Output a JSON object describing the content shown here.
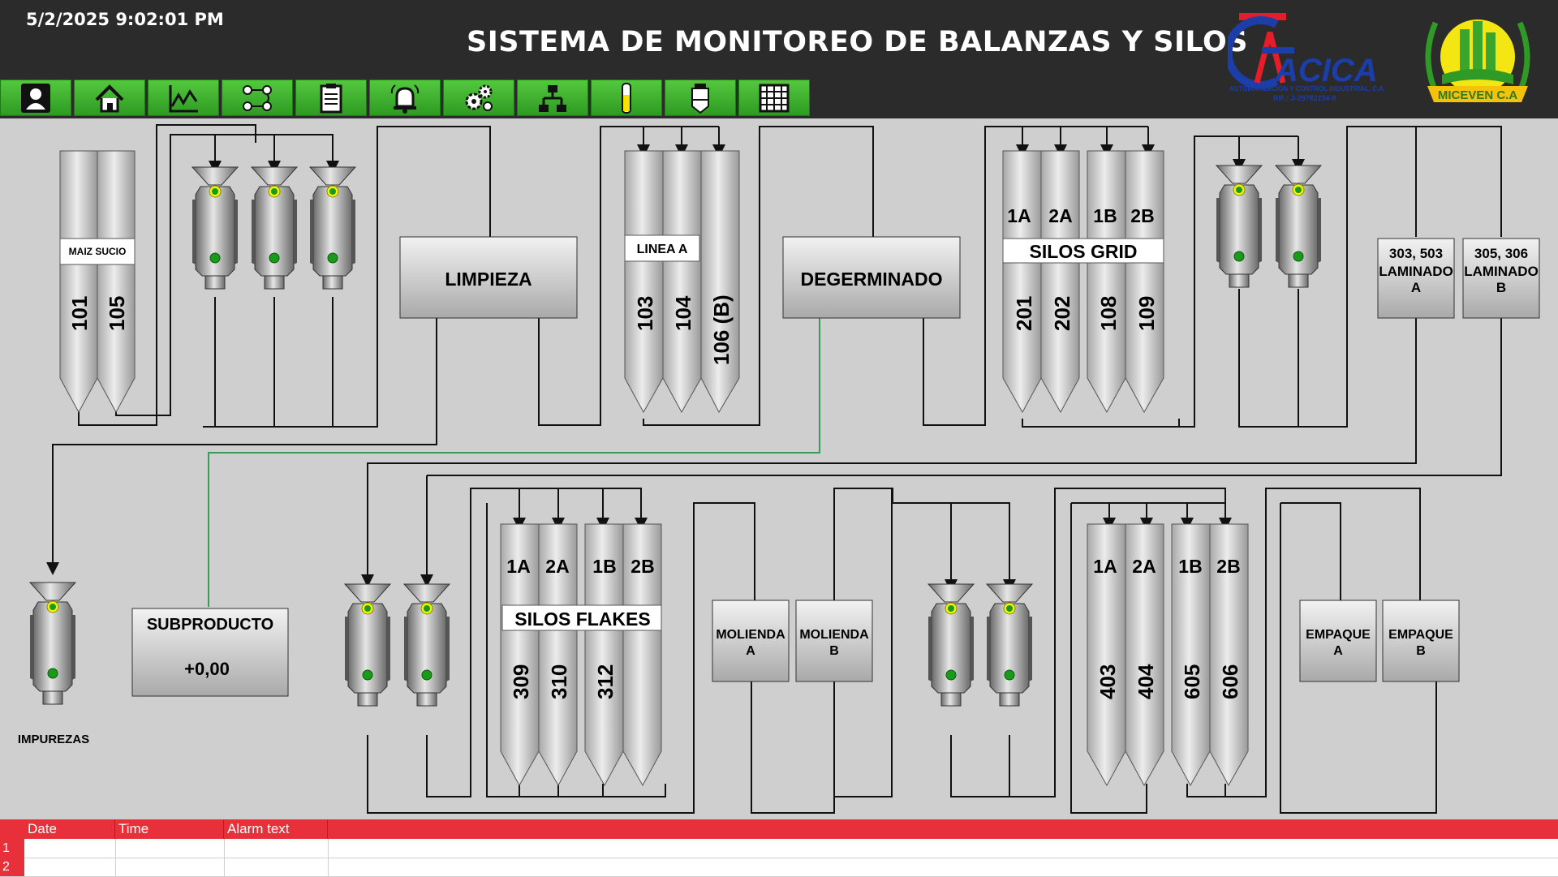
{
  "header": {
    "datetime": "5/2/2025 9:02:01 PM",
    "title": "SISTEMA DE MONITOREO DE BALANZAS Y SILOS",
    "logo_left": {
      "name": "ACICA",
      "tagline": "AUTOMATIZACION Y CONTROL INDUSTRIAL, C.A.",
      "rif": "RIF.: J-29782234-8"
    },
    "logo_right": {
      "name": "MICEVEN C.A"
    }
  },
  "nav": [
    {
      "icon": "user-icon"
    },
    {
      "icon": "home-icon"
    },
    {
      "icon": "trend-chart-icon"
    },
    {
      "icon": "flow-icon"
    },
    {
      "icon": "clipboard-icon"
    },
    {
      "icon": "alarm-bell-icon"
    },
    {
      "icon": "settings-gears-icon"
    },
    {
      "icon": "network-icon"
    },
    {
      "icon": "tube-icon"
    },
    {
      "icon": "silo-icon"
    },
    {
      "icon": "grid-table-icon"
    }
  ],
  "silos": {
    "maiz_sucio": {
      "label": "MAIZ SUCIO",
      "ids": [
        "101",
        "105"
      ]
    },
    "linea_a": {
      "label": "LINEA A",
      "ids": [
        "103",
        "104",
        "106 (B)"
      ]
    },
    "grid": {
      "label": "SILOS GRID",
      "tops": [
        "1A",
        "2A",
        "1B",
        "2B"
      ],
      "ids": [
        "201",
        "202",
        "108",
        "109"
      ]
    },
    "flakes": {
      "label": "SILOS FLAKES",
      "tops": [
        "1A",
        "2A",
        "1B",
        "2B"
      ],
      "ids": [
        "309",
        "310",
        "312",
        ""
      ]
    },
    "final": {
      "tops": [
        "1A",
        "2A",
        "1B",
        "2B"
      ],
      "ids": [
        "403",
        "404",
        "605",
        "606"
      ]
    }
  },
  "process": {
    "limpieza": "LIMPIEZA",
    "degerminado": "DEGERMINADO",
    "laminado_a": {
      "code": "303, 503",
      "name": "LAMINADO",
      "suffix": "A"
    },
    "laminado_b": {
      "code": "305, 306",
      "name": "LAMINADO",
      "suffix": "B"
    },
    "subproducto": {
      "label": "SUBPRODUCTO",
      "value": "+0,00"
    },
    "molienda_a": {
      "name": "MOLIENDA",
      "suffix": "A"
    },
    "molienda_b": {
      "name": "MOLIENDA",
      "suffix": "B"
    },
    "empaque_a": {
      "name": "EMPAQUE",
      "suffix": "A"
    },
    "empaque_b": {
      "name": "EMPAQUE",
      "suffix": "B"
    },
    "impurezas": "IMPUREZAS"
  },
  "alarm_table": {
    "columns": [
      "Date",
      "Time",
      "Alarm text"
    ],
    "rows": [
      "1",
      "2"
    ]
  },
  "colors": {
    "header_bg": "#2b2b2b",
    "nav_green": "#3fb12c",
    "alarm_red": "#e8303a",
    "status_green": "#1a9a1a",
    "status_yellow": "#f2f20a"
  }
}
